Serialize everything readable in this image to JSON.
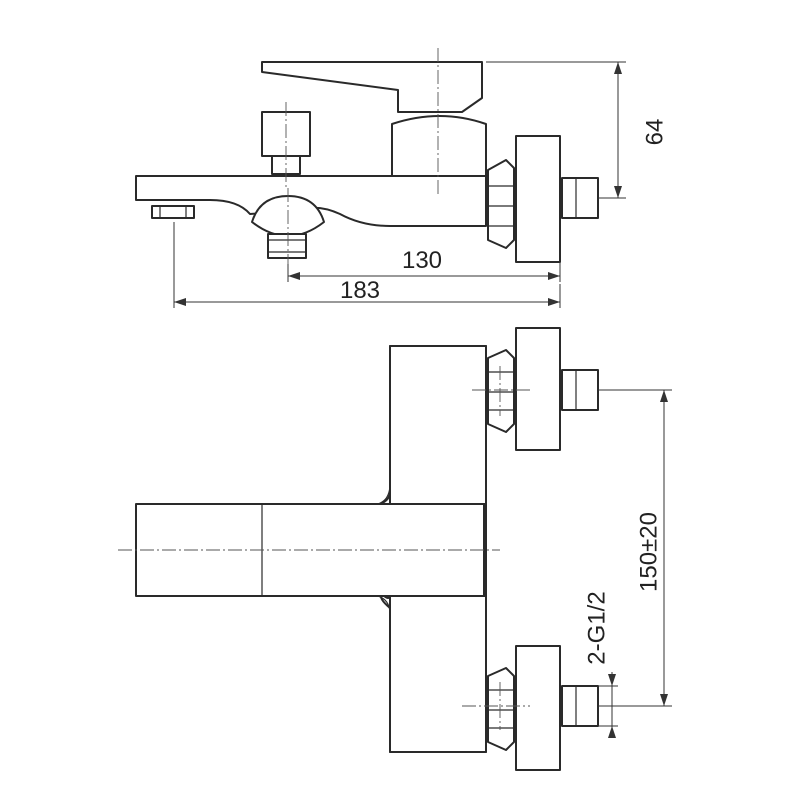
{
  "dimensions": {
    "height_64": "64",
    "length_130": "130",
    "length_183": "183",
    "spacing": "150±20",
    "thread": "2-G1/2"
  },
  "colors": {
    "line": "#2a2a2a",
    "background": "#ffffff"
  }
}
